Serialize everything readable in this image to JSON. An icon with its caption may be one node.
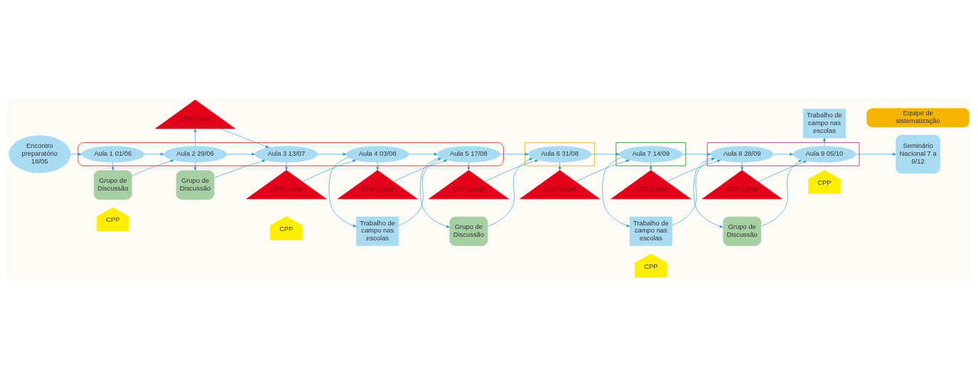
{
  "diagram": {
    "nodes": [
      {
        "text": [
          "CPP"
        ]
      },
      {
        "text": [
          "CPP"
        ]
      },
      {
        "text": [
          "CPP"
        ]
      },
      {
        "text": [
          "CPP"
        ]
      },
      {
        "text": [
          "CPP Local"
        ]
      },
      {
        "text": [
          "CPP Local"
        ]
      },
      {
        "text": [
          "CPP Local"
        ]
      },
      {
        "text": [
          "CPP Local"
        ]
      },
      {
        "text": [
          "CPP Local"
        ]
      },
      {
        "text": [
          "CPP Local"
        ]
      },
      {
        "text": [
          "CPP Local"
        ]
      },
      {
        "text": [
          "Encontro preparatório 18/05"
        ]
      },
      {
        "text": [],
        "shape": "box"
      },
      {
        "text": [
          "Aula 1 01/06"
        ],
        "in": 12
      },
      {
        "text": [
          "Aula 2 29/06"
        ],
        "in": 12
      },
      {
        "text": [
          "Aula 3 13/07"
        ],
        "in": 12
      },
      {
        "text": [
          "Aula 4 03/08"
        ],
        "in": 12
      },
      {
        "text": [
          "Aula 5 17/08"
        ],
        "in": 12
      },
      {
        "text": [],
        "shape": "box"
      },
      {
        "text": [
          "Aula 6 31/08"
        ],
        "in": 18
      },
      {
        "text": [],
        "shape": "box"
      },
      {
        "text": [
          "Aula 7 14/09"
        ],
        "in": 20
      },
      {
        "text": [],
        "shape": "box"
      },
      {
        "text": [
          "Aula 8 28/09"
        ],
        "in": 22
      },
      {
        "text": [
          "Aula 9 05/10"
        ],
        "in": 22
      },
      {
        "text": [
          "Seminário Nacional 7 a 9/12"
        ]
      },
      {
        "text": [
          "Grupo de Discussão"
        ]
      },
      {
        "text": [
          "Grupo de Discussão"
        ]
      },
      {
        "text": [
          "Trabalho de campo nas escolas"
        ]
      },
      {
        "text": [
          "Grupo de Discussão"
        ]
      },
      {
        "text": [
          "Trabalho de campo nas escolas"
        ]
      },
      {
        "text": [
          "Grupo de Discussão"
        ]
      },
      {
        "text": [
          "Trabalho de campo nas escolas"
        ]
      },
      {
        "text": [
          "Equipe de sistematização"
        ]
      }
    ],
    "edges": [
      {
        "from": 11,
        "to": 13,
        "arrow": "to"
      },
      {
        "from": 13,
        "to": 14,
        "arrow": "to"
      },
      {
        "from": 14,
        "to": 15,
        "arrow": "to"
      },
      {
        "from": 15,
        "to": 16,
        "arrow": "to"
      },
      {
        "from": 16,
        "to": 17,
        "arrow": "to"
      },
      {
        "from": 17,
        "to": 19,
        "arrow": "to"
      },
      {
        "from": 19,
        "to": 21,
        "arrow": "to"
      },
      {
        "from": 21,
        "to": 23,
        "arrow": "to"
      },
      {
        "from": 23,
        "to": 24,
        "arrow": "to"
      },
      {
        "from": 24,
        "to": 25,
        "arrow": "to"
      },
      {
        "from": 14,
        "to": 4,
        "arrow": "to"
      },
      {
        "from": 4,
        "to": 15,
        "arrow": "to"
      },
      {
        "from": 15,
        "to": 5,
        "arrow": "to"
      },
      {
        "from": 5,
        "to": 16,
        "arrow": "to"
      },
      {
        "from": 16,
        "to": 6,
        "arrow": "to"
      },
      {
        "from": 6,
        "to": 17,
        "arrow": "to"
      },
      {
        "from": 17,
        "to": 7,
        "arrow": "to"
      },
      {
        "from": 7,
        "to": 19,
        "arrow": "to"
      },
      {
        "from": 19,
        "to": 8,
        "arrow": "to"
      },
      {
        "from": 8,
        "to": 21,
        "arrow": "to"
      },
      {
        "from": 21,
        "to": 9,
        "arrow": "to"
      },
      {
        "from": 9,
        "to": 23,
        "arrow": "to"
      },
      {
        "from": 23,
        "to": 10,
        "arrow": "to"
      },
      {
        "from": 10,
        "to": 24,
        "arrow": "to"
      },
      {
        "from": 13,
        "to": 26,
        "arrow": "to"
      },
      {
        "from": 26,
        "to": 14,
        "arrow": "to"
      },
      {
        "from": 14,
        "to": 27,
        "arrow": "to"
      },
      {
        "from": 27,
        "to": 15,
        "arrow": "to"
      },
      {
        "from": 16,
        "to": 28,
        "arrow": "to"
      },
      {
        "from": 28,
        "to": 17,
        "arrow": "to"
      },
      {
        "from": 17,
        "to": 29,
        "arrow": "to"
      },
      {
        "from": 29,
        "to": 19,
        "arrow": "to"
      },
      {
        "from": 21,
        "to": 30,
        "arrow": "to"
      },
      {
        "from": 30,
        "to": 23,
        "arrow": "to"
      },
      {
        "from": 23,
        "to": 31,
        "arrow": "to"
      },
      {
        "from": 31,
        "to": 24,
        "arrow": "to"
      },
      {
        "from": 24,
        "to": 32,
        "arrow": "to"
      }
    ]
  }
}
